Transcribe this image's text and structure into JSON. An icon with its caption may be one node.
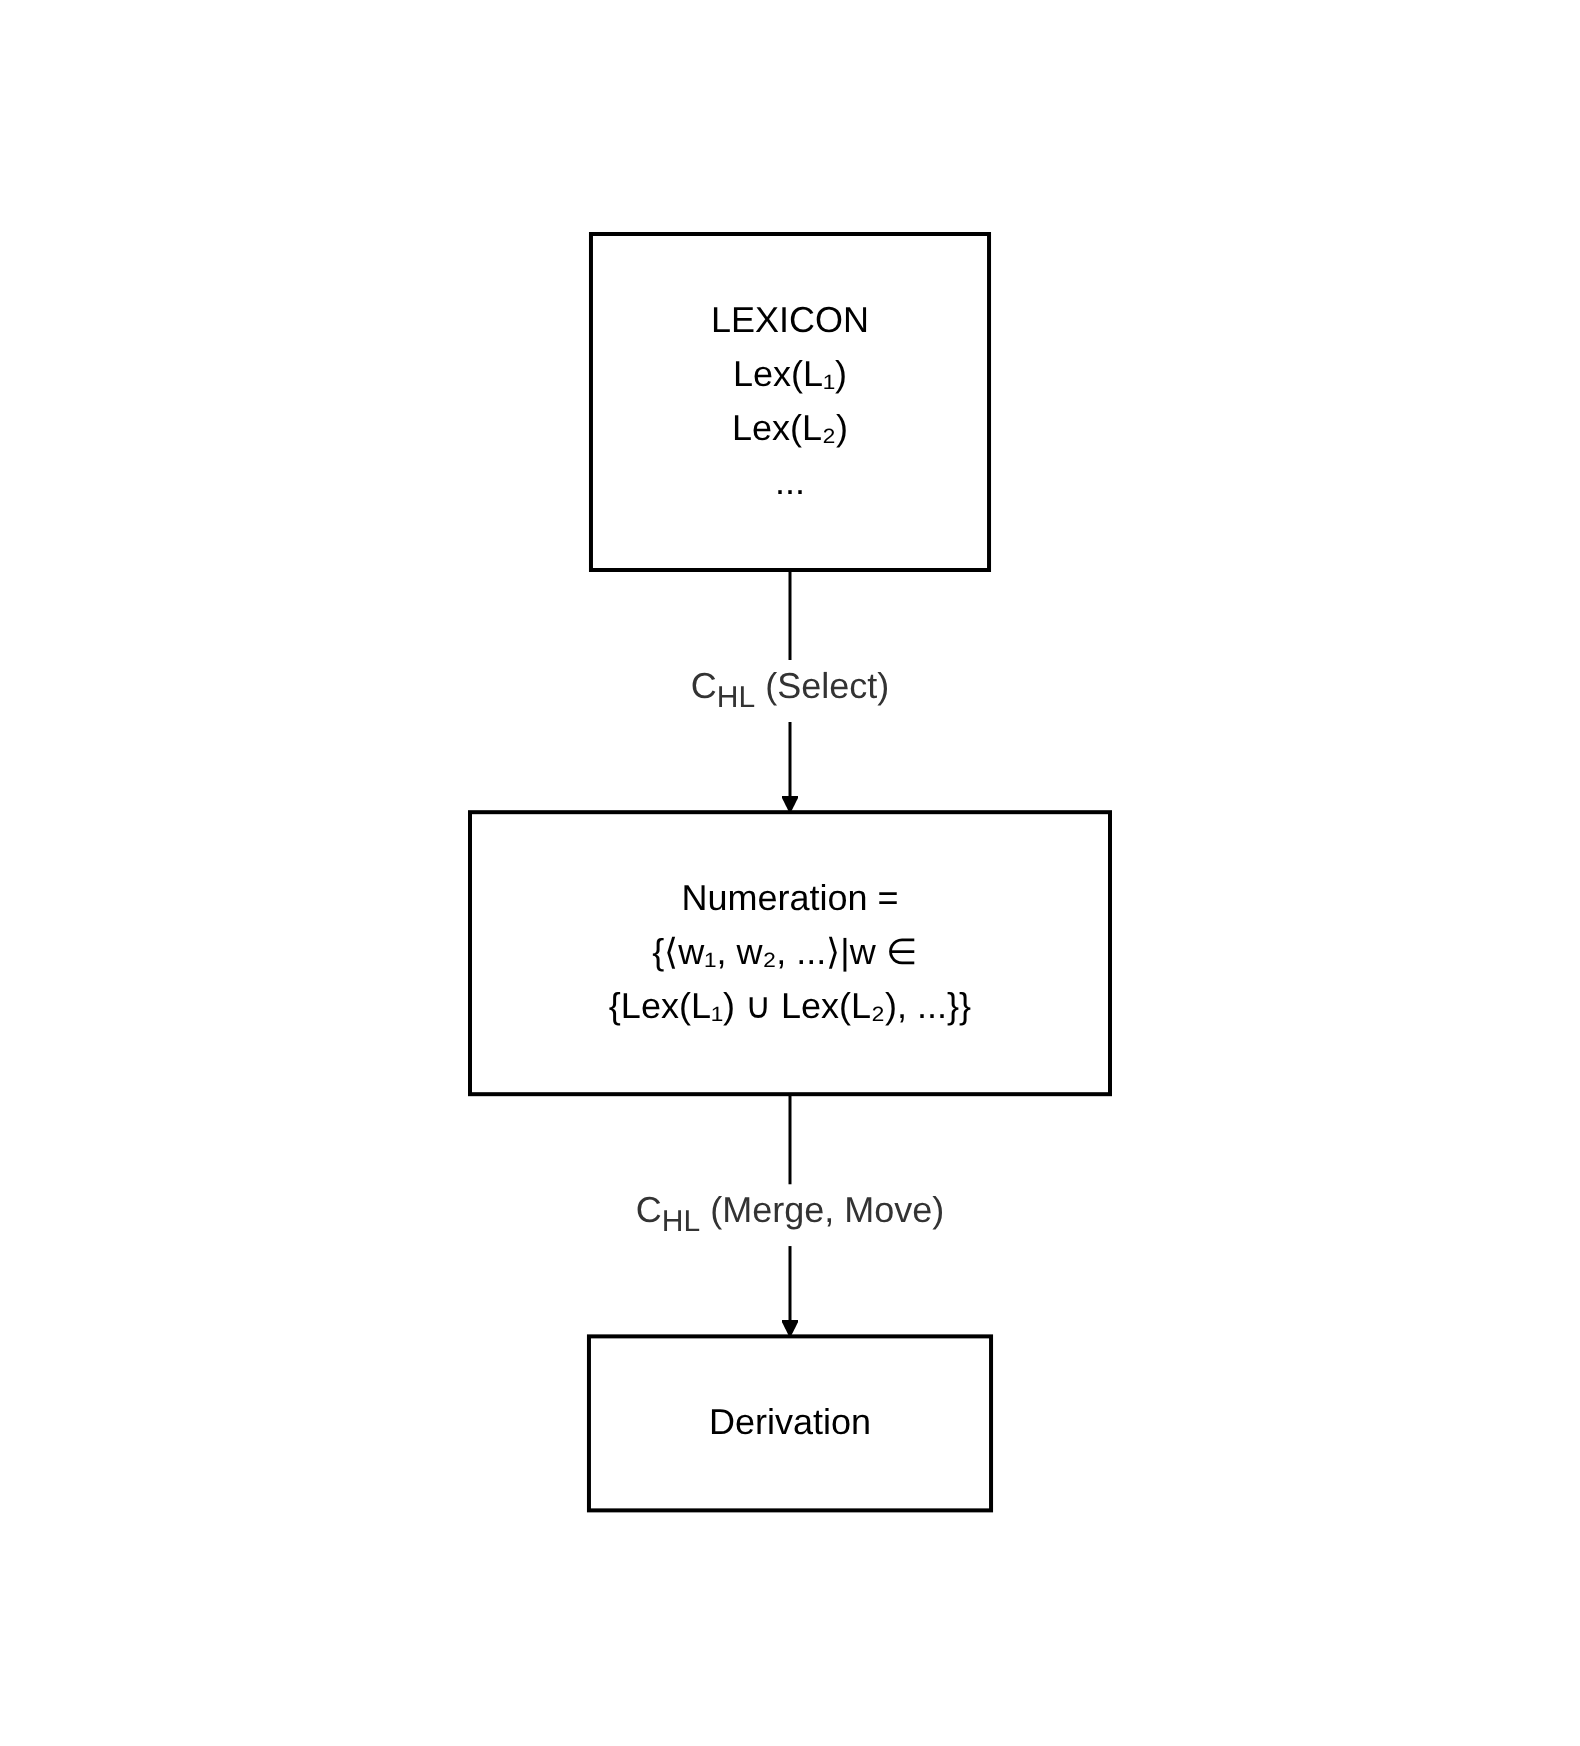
{
  "diagram": {
    "nodes": [
      {
        "text": [
          "LEXICON",
          "Lex(L₁)",
          "Lex(L₂)",
          "..."
        ]
      },
      {
        "text": [
          "Numeration =",
          "{⟨w₁, w₂, ...⟩|w ∈ {Lex(L₁) ∪ Lex(L₂), ...}}"
        ]
      },
      {
        "text": [
          "Derivation"
        ]
      }
    ],
    "edges": [
      {
        "from": 0,
        "to": 1,
        "arrow": "to",
        "label": "C$_{HL}$ (Select)"
      },
      {
        "from": 1,
        "to": 2,
        "arrow": "to",
        "label": "C$_{HL}$ (Merge, Move)"
      }
    ]
  }
}
